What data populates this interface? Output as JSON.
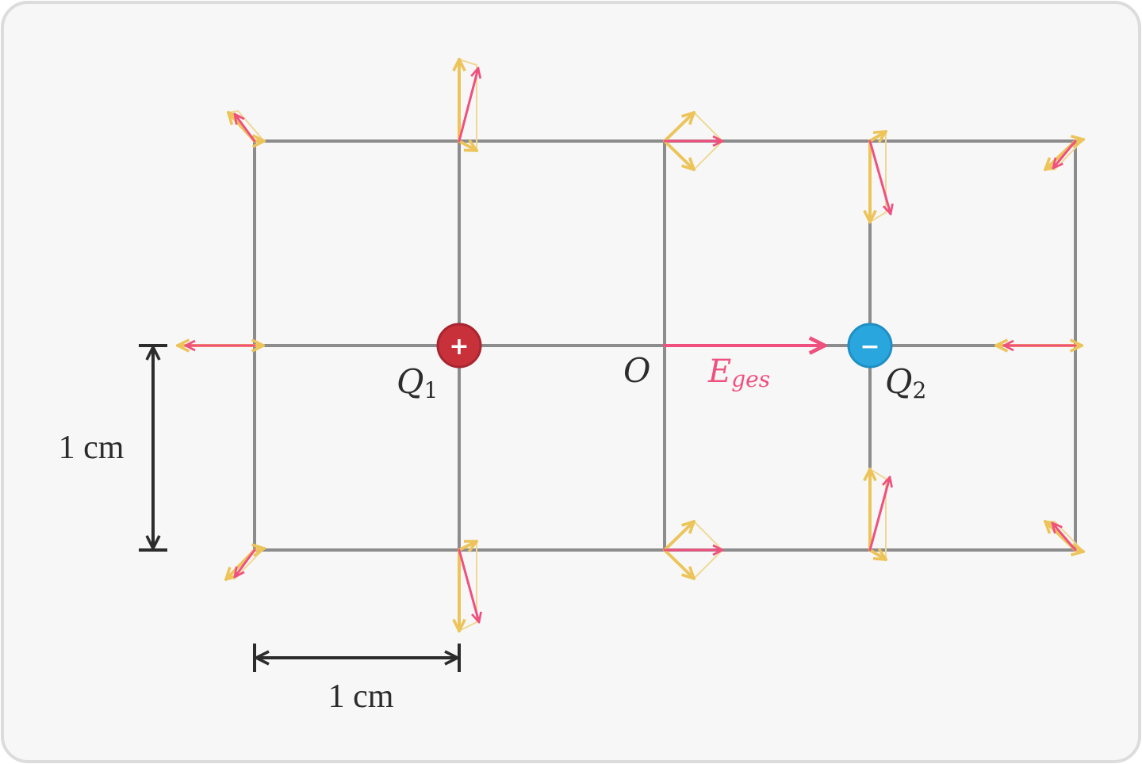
{
  "diagram": {
    "charges": [
      {
        "name": "Q",
        "subscript": "1",
        "sign": "+",
        "color": "#c8303a"
      },
      {
        "name": "Q",
        "subscript": "2",
        "sign": "−",
        "color": "#2aa6de"
      }
    ],
    "origin_label": "O",
    "field_label": {
      "main": "E",
      "subscript": "ges"
    },
    "scale_labels": {
      "vertical": "1 cm",
      "horizontal": "1 cm"
    },
    "colors": {
      "grid": "#8c8c8c",
      "component_vectors": "#ecc45a",
      "resultant_vectors": "#f0507e",
      "positive_charge": "#c8303a",
      "negative_charge": "#2aa6de"
    }
  }
}
